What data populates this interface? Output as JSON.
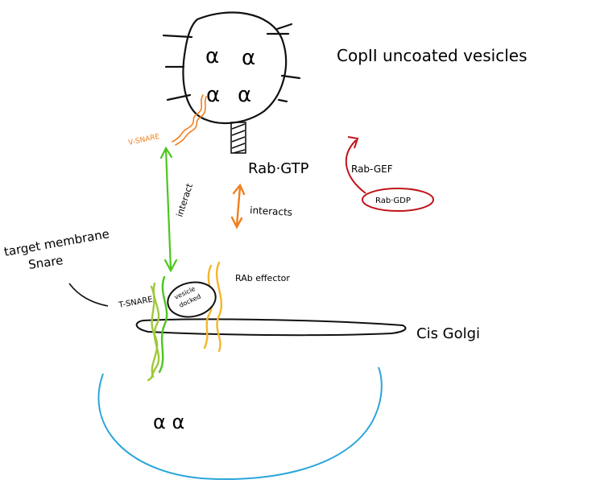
{
  "labels": {
    "title": "CopII uncoated vesicles",
    "rab_gtp": "Rab·GTP",
    "rab_gef": "Rab-GEF",
    "rab_gdp": "Rab·GDP",
    "interacts": "interacts",
    "interact": "interact",
    "v_snare": "V-SNARE",
    "t_snare": "T-SNARE",
    "rab_effector": "RAb effector",
    "target_line1": "target membrane",
    "target_line2": "Snare",
    "vesicle_line1": "vesicle",
    "vesicle_line2": "docked",
    "cis_golgi": "Cis Golgi",
    "alpha_symbol": "α",
    "alpha_pair": "α α"
  },
  "colors": {
    "ink": "#111111",
    "orange": "#f07f1e",
    "green": "#4cc61e",
    "lime": "#9fc93a",
    "yellow": "#f2b72a",
    "red": "#c0151b",
    "blue": "#2aa6d9"
  }
}
